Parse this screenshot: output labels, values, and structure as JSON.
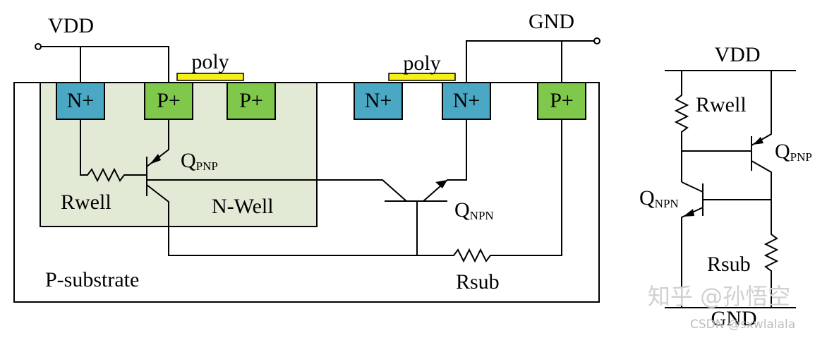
{
  "cross_section": {
    "supply_vdd": "VDD",
    "supply_gnd": "GND",
    "gate_left": "poly",
    "gate_right": "poly",
    "diff_nplus_1": "N+",
    "diff_pplus_1": "P+",
    "diff_pplus_2": "P+",
    "diff_nplus_2": "N+",
    "diff_nplus_3": "N+",
    "diff_pplus_3": "P+",
    "q_pnp_main": "Q",
    "q_pnp_sub": "PNP",
    "q_npn_main": "Q",
    "q_npn_sub": "NPN",
    "r_well": "Rwell",
    "r_sub": "Rsub",
    "well_label": "N-Well",
    "substrate_label": "P-substrate"
  },
  "equivalent_circuit": {
    "vdd": "VDD",
    "gnd": "GND",
    "r_well": "Rwell",
    "r_sub": "Rsub",
    "q_pnp_main": "Q",
    "q_pnp_sub": "PNP",
    "q_npn_main": "Q",
    "q_npn_sub": "NPN"
  },
  "watermarks": {
    "zhihu": "知乎 @孙悟空",
    "csdn": "CSDN @sxwlalala"
  },
  "colors": {
    "nwell_fill": "#e2ead6",
    "nplus_fill": "#4aa8c4",
    "pplus_fill": "#7fc84c",
    "poly_fill": "#f5ef1a"
  }
}
